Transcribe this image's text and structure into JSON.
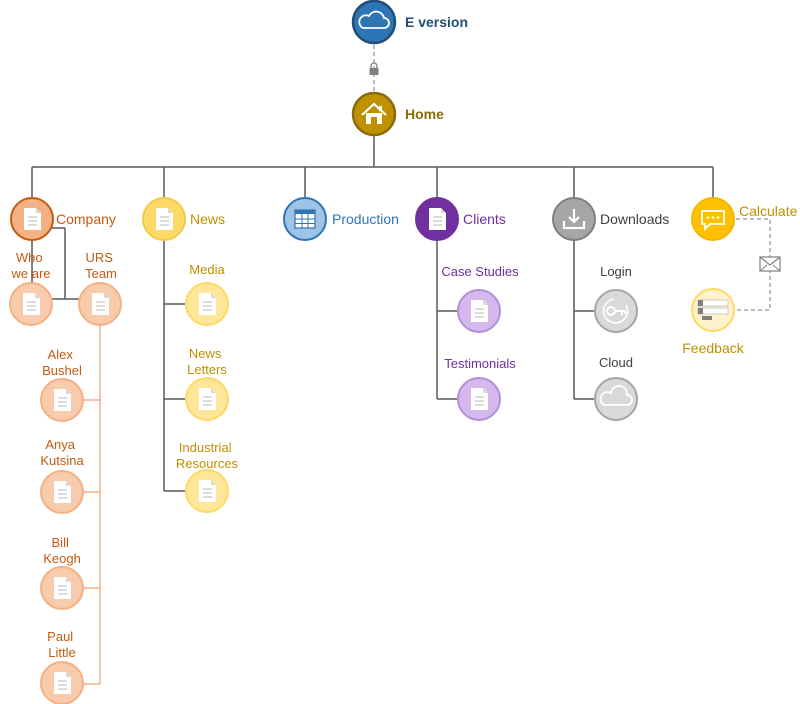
{
  "colors": {
    "line": "#595959",
    "blue_dark": "#1f4e79",
    "home_gold": "#8a6d0b",
    "company": "#c55a11",
    "company_fill": "#f4b183",
    "company_light": "#f8cbad",
    "news": "#bf9000",
    "news_fill": "#ffd966",
    "news_light": "#ffe699",
    "production": "#2e75b6",
    "production_fill": "#9dc3e6",
    "clients": "#7030a0",
    "clients_fill": "#b38fd6",
    "clients_light": "#d5b8ee",
    "downloads": "#404040",
    "downloads_fill": "#a6a6a6",
    "calculate": "#bf9000",
    "calculate_fill": "#ffc000"
  },
  "nodes": [
    {
      "id": "e-version",
      "label": "E version",
      "icon": "cloud-icon",
      "bold": true
    },
    {
      "id": "home",
      "label": "Home",
      "icon": "home-icon",
      "bold": true
    },
    {
      "id": "company",
      "label": "Company",
      "icon": "document-icon"
    },
    {
      "id": "news",
      "label": "News",
      "icon": "document-icon"
    },
    {
      "id": "production",
      "label": "Production",
      "icon": "table-icon"
    },
    {
      "id": "clients",
      "label": "Clients",
      "icon": "document-icon"
    },
    {
      "id": "downloads",
      "label": "Downloads",
      "icon": "download-icon"
    },
    {
      "id": "calculate",
      "label": "Calculate",
      "icon": "chat-icon"
    },
    {
      "id": "who-we-are",
      "label": "Who we are",
      "icon": "document-icon"
    },
    {
      "id": "urs-team",
      "label": "URS Team",
      "icon": "document-icon"
    },
    {
      "id": "alex",
      "label": "Alex Bushel",
      "icon": "document-icon"
    },
    {
      "id": "anya",
      "label": "Anya Kutsina",
      "icon": "document-icon"
    },
    {
      "id": "bill",
      "label": "Bill Keogh",
      "icon": "document-icon"
    },
    {
      "id": "paul",
      "label": "Paul Little",
      "icon": "document-icon"
    },
    {
      "id": "media",
      "label": "Media",
      "icon": "document-icon"
    },
    {
      "id": "newsletters",
      "label": "News Letters",
      "icon": "document-icon"
    },
    {
      "id": "industrial",
      "label": "Industrial Resources",
      "icon": "document-icon"
    },
    {
      "id": "case-studies",
      "label": "Case Studies",
      "icon": "document-icon"
    },
    {
      "id": "testimonials",
      "label": "Testimonials",
      "icon": "document-icon"
    },
    {
      "id": "login",
      "label": "Login",
      "icon": "key-icon"
    },
    {
      "id": "cloud",
      "label": "Cloud",
      "icon": "cloud-icon"
    },
    {
      "id": "feedback",
      "label": "Feedback",
      "icon": "form-icon"
    }
  ],
  "connectors": [
    {
      "from": "e-version",
      "to": "home",
      "style": "dashed",
      "icon": "lock-icon"
    },
    {
      "from": "home",
      "to": "company"
    },
    {
      "from": "home",
      "to": "news"
    },
    {
      "from": "home",
      "to": "production"
    },
    {
      "from": "home",
      "to": "clients"
    },
    {
      "from": "home",
      "to": "downloads"
    },
    {
      "from": "home",
      "to": "calculate"
    },
    {
      "from": "company",
      "to": "who-we-are"
    },
    {
      "from": "company",
      "to": "urs-team"
    },
    {
      "from": "urs-team",
      "to": "alex"
    },
    {
      "from": "urs-team",
      "to": "anya"
    },
    {
      "from": "urs-team",
      "to": "bill"
    },
    {
      "from": "urs-team",
      "to": "paul"
    },
    {
      "from": "news",
      "to": "media"
    },
    {
      "from": "news",
      "to": "newsletters"
    },
    {
      "from": "news",
      "to": "industrial"
    },
    {
      "from": "clients",
      "to": "case-studies"
    },
    {
      "from": "clients",
      "to": "testimonials"
    },
    {
      "from": "downloads",
      "to": "login"
    },
    {
      "from": "downloads",
      "to": "cloud"
    },
    {
      "from": "calculate",
      "to": "feedback",
      "style": "dashed",
      "icon": "envelope-icon"
    }
  ]
}
